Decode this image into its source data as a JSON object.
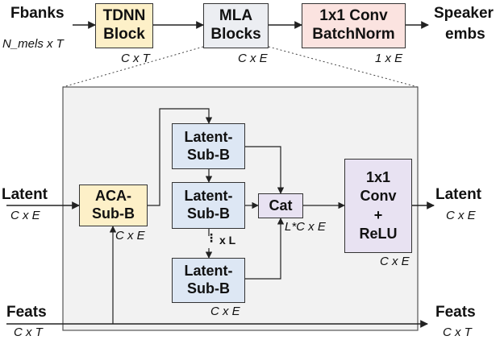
{
  "colors": {
    "tdnn": "#fdf0c8",
    "mla": "#eceef2",
    "conv_bn": "#fbe3e0",
    "aca": "#fdf0c8",
    "latent_sub": "#dde7f4",
    "cat": "#e8e2f2",
    "conv_relu": "#e8e2f2",
    "expanded_panel": "#f2f2f2",
    "line": "#222222"
  },
  "top": {
    "fbanks_label": "Fbanks",
    "fbanks_dims": "N_mels x T",
    "tdnn_line1": "TDNN",
    "tdnn_line2": "Block",
    "tdnn_dims": "C x T",
    "mla_line1": "MLA",
    "mla_line2": "Blocks",
    "mla_dims": "C x E",
    "convbn_line1": "1x1 Conv",
    "convbn_line2": "BatchNorm",
    "convbn_dims": "1 x E",
    "speaker_line1": "Speaker",
    "speaker_line2": "embs"
  },
  "detail": {
    "latent_in_label": "Latent",
    "latent_in_dims": "C x E",
    "aca_line1": "ACA-",
    "aca_line2": "Sub-B",
    "aca_dims": "C x E",
    "sub1_line1": "Latent-",
    "sub1_line2": "Sub-B",
    "sub2_line1": "Latent-",
    "sub2_line2": "Sub-B",
    "repeat_label": "x L",
    "sub3_line1": "Latent-",
    "sub3_line2": "Sub-B",
    "sub3_dims": "C x E",
    "cat_label": "Cat",
    "cat_dims": "L*C x E",
    "conv_line1": "1x1",
    "conv_line2": "Conv",
    "conv_line3": "+",
    "conv_line4": "ReLU",
    "conv_dims": "C x E",
    "latent_out_label": "Latent",
    "latent_out_dims": "C x E",
    "feats_in_label": "Feats",
    "feats_in_dims": "C x T",
    "feats_out_label": "Feats",
    "feats_out_dims": "C x T"
  }
}
